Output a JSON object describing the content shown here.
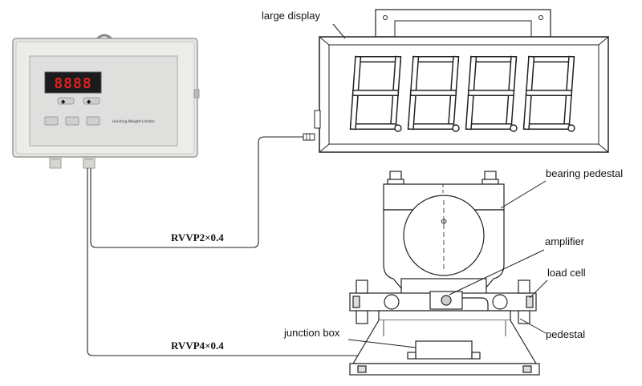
{
  "controller": {
    "panel_title": "Hoisting Weight Limiter",
    "digits": "8888",
    "key_left": "◆",
    "key_right": "◆"
  },
  "labels": {
    "large_display": "large display",
    "bearing_pedestal": "bearing pedestal",
    "amplifier": "amplifier",
    "load_cell": "load cell",
    "pedestal": "pedestal",
    "junction_box": "junction box"
  },
  "cables": {
    "upper": "RVVP2×0.4",
    "lower": "RVVP4×0.4"
  },
  "large_display": {
    "digits": [
      "8",
      "8",
      "8",
      "8"
    ]
  }
}
